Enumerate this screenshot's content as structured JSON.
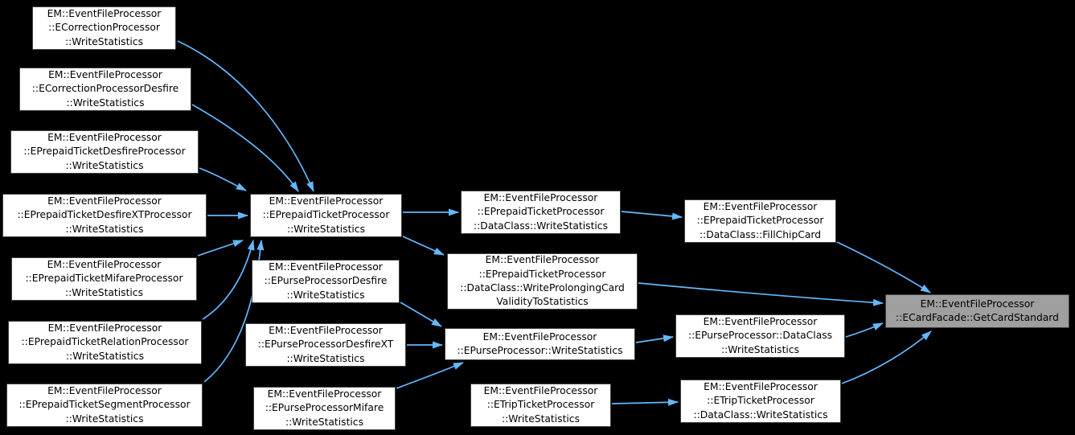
{
  "diagram": {
    "type": "call-graph",
    "colors": {
      "background": "#000000",
      "edge": "#63B8FF",
      "node_fill": "#FFFFFF",
      "node_border": "#404040",
      "highlight_fill": "#9F9F9F",
      "text": "#000000"
    },
    "nodes": [
      {
        "id": "correction-writestatistics",
        "lines": [
          "EM::EventFileProcessor",
          "::ECorrectionProcessor",
          "::WriteStatistics"
        ],
        "highlighted": false
      },
      {
        "id": "correction-desfire-writestatistics",
        "lines": [
          "EM::EventFileProcessor",
          "::ECorrectionProcessorDesfire",
          "::WriteStatistics"
        ],
        "highlighted": false
      },
      {
        "id": "prepaidticket-desfire-writestatistics",
        "lines": [
          "EM::EventFileProcessor",
          "::EPrepaidTicketDesfireProcessor",
          "::WriteStatistics"
        ],
        "highlighted": false
      },
      {
        "id": "prepaidticket-desfirext-writestatistics",
        "lines": [
          "EM::EventFileProcessor",
          "::EPrepaidTicketDesfireXTProcessor",
          "::WriteStatistics"
        ],
        "highlighted": false
      },
      {
        "id": "prepaidticket-mifare-writestatistics",
        "lines": [
          "EM::EventFileProcessor",
          "::EPrepaidTicketMifareProcessor",
          "::WriteStatistics"
        ],
        "highlighted": false
      },
      {
        "id": "prepaidticket-relation-writestatistics",
        "lines": [
          "EM::EventFileProcessor",
          "::EPrepaidTicketRelationProcessor",
          "::WriteStatistics"
        ],
        "highlighted": false
      },
      {
        "id": "prepaidticket-segment-writestatistics",
        "lines": [
          "EM::EventFileProcessor",
          "::EPrepaidTicketSegmentProcessor",
          "::WriteStatistics"
        ],
        "highlighted": false
      },
      {
        "id": "prepaidticket-writestatistics",
        "lines": [
          "EM::EventFileProcessor",
          "::EPrepaidTicketProcessor",
          "::WriteStatistics"
        ],
        "highlighted": false
      },
      {
        "id": "purse-desfire-writestatistics",
        "lines": [
          "EM::EventFileProcessor",
          "::EPurseProcessorDesfire",
          "::WriteStatistics"
        ],
        "highlighted": false
      },
      {
        "id": "purse-desfirext-writestatistics",
        "lines": [
          "EM::EventFileProcessor",
          "::EPurseProcessorDesfireXT",
          "::WriteStatistics"
        ],
        "highlighted": false
      },
      {
        "id": "purse-mifare-writestatistics",
        "lines": [
          "EM::EventFileProcessor",
          "::EPurseProcessorMifare",
          "::WriteStatistics"
        ],
        "highlighted": false
      },
      {
        "id": "prepaidticket-dataclass-writestatistics",
        "lines": [
          "EM::EventFileProcessor",
          "::EPrepaidTicketProcessor",
          "::DataClass::WriteStatistics"
        ],
        "highlighted": false
      },
      {
        "id": "prepaidticket-dataclass-writeprolongingcard",
        "lines": [
          "EM::EventFileProcessor",
          "::EPrepaidTicketProcessor",
          "::DataClass::WriteProlongingCard",
          "ValidityToStatistics"
        ],
        "highlighted": false
      },
      {
        "id": "purse-writestatistics",
        "lines": [
          "EM::EventFileProcessor",
          "::EPurseProcessor::WriteStatistics"
        ],
        "highlighted": false
      },
      {
        "id": "tripticket-writestatistics",
        "lines": [
          "EM::EventFileProcessor",
          "::ETripTicketProcessor",
          "::WriteStatistics"
        ],
        "highlighted": false
      },
      {
        "id": "prepaidticket-dataclass-fillchipcard",
        "lines": [
          "EM::EventFileProcessor",
          "::EPrepaidTicketProcessor",
          "::DataClass::FillChipCard"
        ],
        "highlighted": false
      },
      {
        "id": "purse-dataclass-writestatistics",
        "lines": [
          "EM::EventFileProcessor",
          "::EPurseProcessor::DataClass",
          "::WriteStatistics"
        ],
        "highlighted": false
      },
      {
        "id": "tripticket-dataclass-writestatistics",
        "lines": [
          "EM::EventFileProcessor",
          "::ETripTicketProcessor",
          "::DataClass::WriteStatistics"
        ],
        "highlighted": false
      },
      {
        "id": "ecardfacade-getcardstandard",
        "lines": [
          "EM::EventFileProcessor",
          "::ECardFacade::GetCardStandard"
        ],
        "highlighted": true
      }
    ],
    "edges": [
      {
        "from": "correction-writestatistics",
        "to": "prepaidticket-writestatistics"
      },
      {
        "from": "correction-desfire-writestatistics",
        "to": "prepaidticket-writestatistics"
      },
      {
        "from": "prepaidticket-desfire-writestatistics",
        "to": "prepaidticket-writestatistics"
      },
      {
        "from": "prepaidticket-desfirext-writestatistics",
        "to": "prepaidticket-writestatistics"
      },
      {
        "from": "prepaidticket-mifare-writestatistics",
        "to": "prepaidticket-writestatistics"
      },
      {
        "from": "prepaidticket-relation-writestatistics",
        "to": "prepaidticket-writestatistics"
      },
      {
        "from": "prepaidticket-segment-writestatistics",
        "to": "prepaidticket-writestatistics"
      },
      {
        "from": "prepaidticket-writestatistics",
        "to": "prepaidticket-dataclass-writestatistics"
      },
      {
        "from": "prepaidticket-writestatistics",
        "to": "prepaidticket-dataclass-writeprolongingcard"
      },
      {
        "from": "purse-desfire-writestatistics",
        "to": "purse-writestatistics"
      },
      {
        "from": "purse-desfirext-writestatistics",
        "to": "purse-writestatistics"
      },
      {
        "from": "purse-mifare-writestatistics",
        "to": "purse-writestatistics"
      },
      {
        "from": "prepaidticket-dataclass-writestatistics",
        "to": "prepaidticket-dataclass-fillchipcard"
      },
      {
        "from": "purse-writestatistics",
        "to": "purse-dataclass-writestatistics"
      },
      {
        "from": "tripticket-writestatistics",
        "to": "tripticket-dataclass-writestatistics"
      },
      {
        "from": "prepaidticket-dataclass-fillchipcard",
        "to": "ecardfacade-getcardstandard"
      },
      {
        "from": "prepaidticket-dataclass-writeprolongingcard",
        "to": "ecardfacade-getcardstandard"
      },
      {
        "from": "purse-dataclass-writestatistics",
        "to": "ecardfacade-getcardstandard"
      },
      {
        "from": "tripticket-dataclass-writestatistics",
        "to": "ecardfacade-getcardstandard"
      }
    ]
  }
}
